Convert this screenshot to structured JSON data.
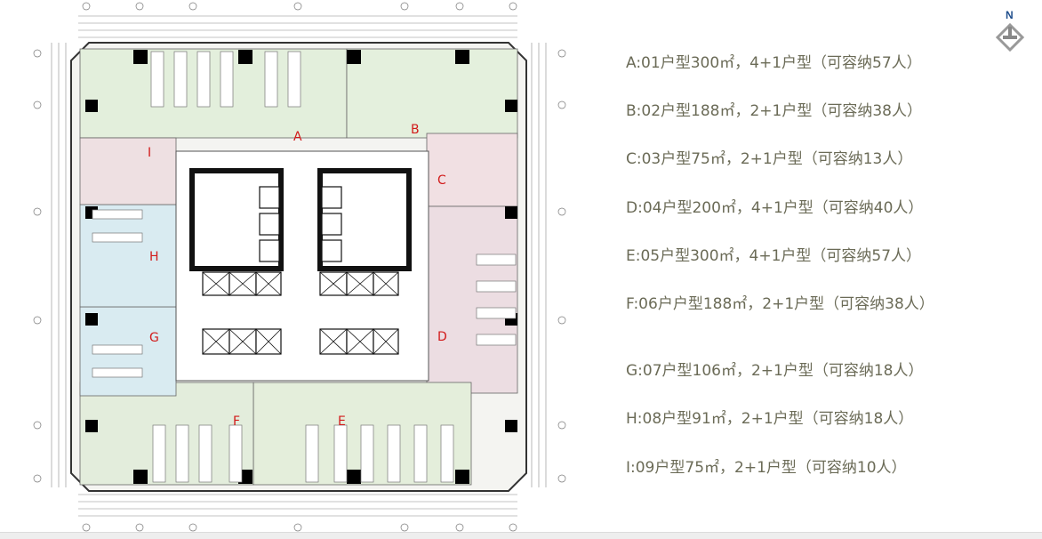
{
  "colors": {
    "apt_A": "#e3efdc",
    "apt_B": "#e4f0dd",
    "apt_C": "#f1e0e3",
    "apt_D": "#ecdde2",
    "apt_E": "#e4eedb",
    "apt_F": "#e3eddc",
    "apt_G": "#d9ebf1",
    "apt_H": "#d9ebf1",
    "apt_I": "#eee0e2",
    "label_red": "#d21a1a",
    "legend_text": "#6b6b57",
    "north_blue": "#1f4e8c"
  },
  "north": {
    "label": "N",
    "icon": "north-arrow-icon"
  },
  "plan": {
    "unit_labels": [
      "A",
      "B",
      "C",
      "D",
      "E",
      "F",
      "G",
      "H",
      "I"
    ]
  },
  "legend": [
    {
      "text": "A:01户型300㎡，4+1户型（可容纳57人）"
    },
    {
      "text": "B:02户型188㎡，2+1户型（可容纳38人）"
    },
    {
      "text": "C:03户型75㎡，2+1户型（可容纳13人）"
    },
    {
      "text": "D:04户型200㎡，4+1户型（可容纳40人）"
    },
    {
      "text": "E:05户型300㎡，4+1户型（可容纳57人）"
    },
    {
      "text": "F:06户户型188㎡，2+1户型（可容纳38人）"
    },
    {
      "text": "G:07户型106㎡，2+1户型（可容纳18人）"
    },
    {
      "text": "H:08户型91㎡，2+1户型（可容纳18人）"
    },
    {
      "text": "I:09户型75㎡，2+1户型（可容纳10人）"
    }
  ]
}
